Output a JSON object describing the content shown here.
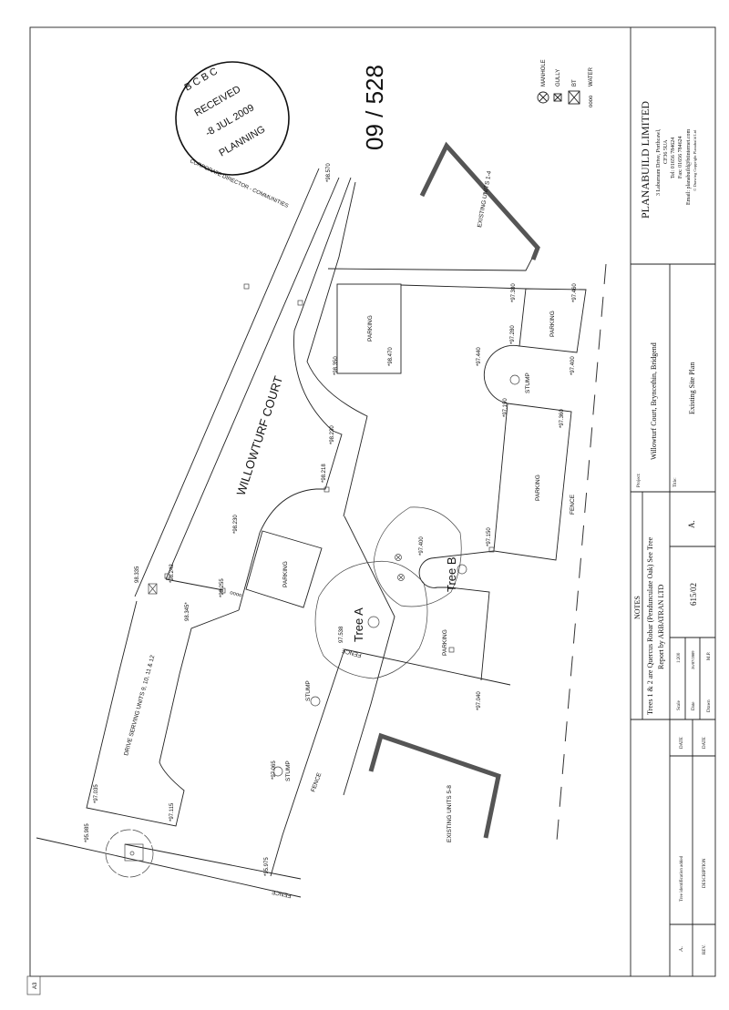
{
  "sheet": {
    "size": "A3"
  },
  "stamp": {
    "line1": "B C B C",
    "line2": "RECEIVED",
    "line3": "-8 JUL 2009",
    "line4": "PLANNING",
    "ring": "CORPORATE DIRECTOR - COMMUNITIES"
  },
  "application_number": "09 / 528",
  "legend": [
    {
      "icon": "manhole-icon",
      "label": "MANHOLE"
    },
    {
      "icon": "gully-icon",
      "label": "GULLY"
    },
    {
      "icon": "bt-icon",
      "label": "BT"
    },
    {
      "icon": "water-icon",
      "label": "WATER"
    }
  ],
  "labels": {
    "road": "WILLOWTURF COURT",
    "drive": "DRIVE SERVING UNITS 9, 10, 11 & 12",
    "units_1_4": "EXISTING UNITS 1-4",
    "units_5_8": "EXISTING UNITS 5-8",
    "parking": "PARKING",
    "stump": "STUMP",
    "fence": "FENCE",
    "tree_a": "Tree  A",
    "tree_b": "Tree  B",
    "water_symbol": "oooo"
  },
  "levels": [
    "*98.570",
    "*98.242",
    "98.335",
    "98.345*",
    "*98.255",
    "*98.230",
    "*98.218",
    "*98.230",
    "*98.350",
    "*98.470",
    "*97.440",
    "*97.280",
    "*97.380",
    "*97.460",
    "*97.400",
    "*97.190",
    "*97.360",
    "*97.150",
    "*97.400",
    "97.538",
    "*97.040",
    "*97.065",
    "*97.035",
    "*97.115",
    "*95.985",
    "*95.975"
  ],
  "title_block": {
    "company": "PLANABUILD LIMITED",
    "address1": "3 Laburnum Drive, Porthcawl,",
    "address2": "CF36 5UA",
    "tel": "Tel: 01656 784624",
    "fax": "Fax: 01656 784624",
    "email": "Email: planabuild@btinternet.com",
    "copyright": "© Drawing Copyright Planabuild Ltd",
    "project_label": "Project:",
    "project": "Willowturf Court, Bryncethin, Bridgend",
    "title_label": "Title:",
    "title": "Existing Site Plan",
    "notes_heading": "NOTES",
    "notes_line1": "Trees 1 & 2 are Quercus Robar (Pendunculate Oak) See Tree",
    "notes_line2": "Report by  ARBATRAN LTD",
    "revision_letter": "A.",
    "drawing_number": "615/02",
    "scale_label": "Scale",
    "scale": "1:200",
    "date_label": "Date",
    "date": "26/07/2009",
    "drawn_label": "Drawn",
    "drawn": "M.P.",
    "revisions": [
      {
        "rev": "A.",
        "description": "Tree identification added",
        "date": "DATE"
      }
    ],
    "rev_header": "REV.",
    "desc_header": "DESCRIPTION",
    "date_header": "DATE"
  }
}
